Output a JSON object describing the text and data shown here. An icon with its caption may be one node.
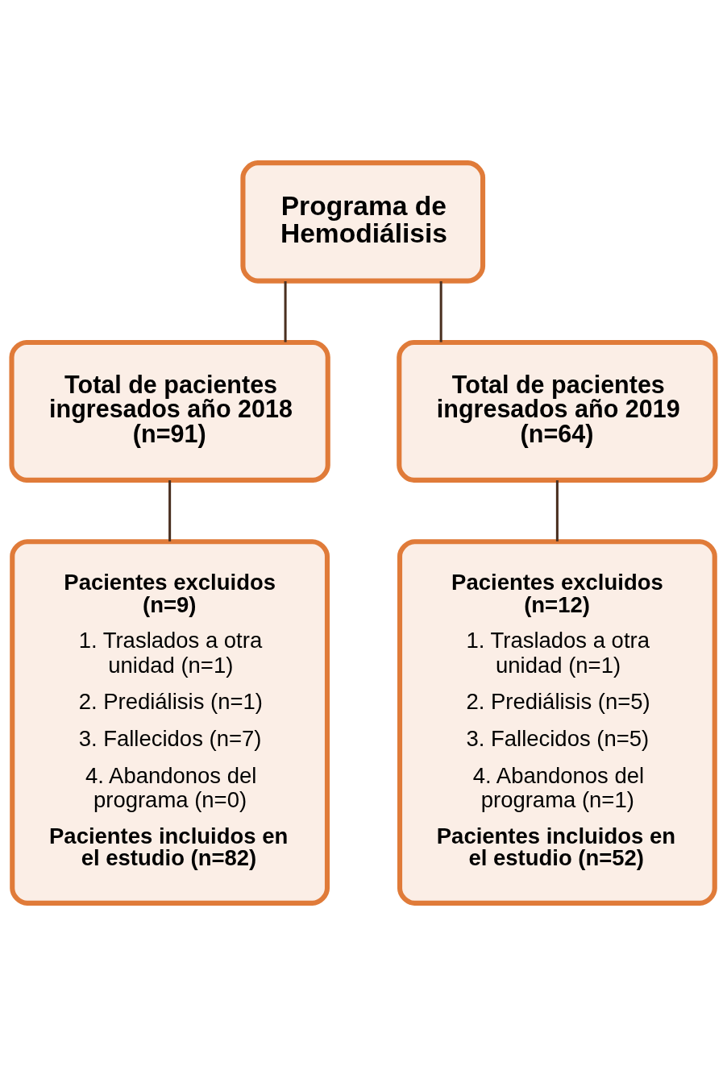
{
  "diagram": {
    "nodes": [
      {
        "text": [
          "Programa de Hemodiálisis"
        ]
      },
      {
        "text": [
          "Total de pacientes ingresados año 2018 (n=91)"
        ]
      },
      {
        "text": [
          "Total de pacientes ingresados año 2019 (n=64)"
        ]
      },
      {
        "text": [
          "Pacientes excluidos (n=9)",
          "1. Traslados a otra unidad (n=1)",
          "2. Prediálisis (n=1)",
          "3. Fallecidos (n=7)",
          "4. Abandonos del programa (n=0)",
          "Pacientes incluidos en el estudio (n=82)"
        ]
      },
      {
        "text": [
          "Pacientes excluidos (n=12)",
          "1. Traslados a otra unidad (n=1)",
          "2. Prediálisis (n=5)",
          "3. Fallecidos (n=5)",
          "4. Abandonos del programa (n=1)",
          "Pacientes incluidos en el estudio (n=52)"
        ]
      }
    ],
    "edges": [
      {
        "from": 0,
        "to": 1,
        "arrow": "none"
      },
      {
        "from": 0,
        "to": 2,
        "arrow": "none"
      },
      {
        "from": 1,
        "to": 3,
        "arrow": "none"
      },
      {
        "from": 2,
        "to": 4,
        "arrow": "none"
      }
    ]
  }
}
